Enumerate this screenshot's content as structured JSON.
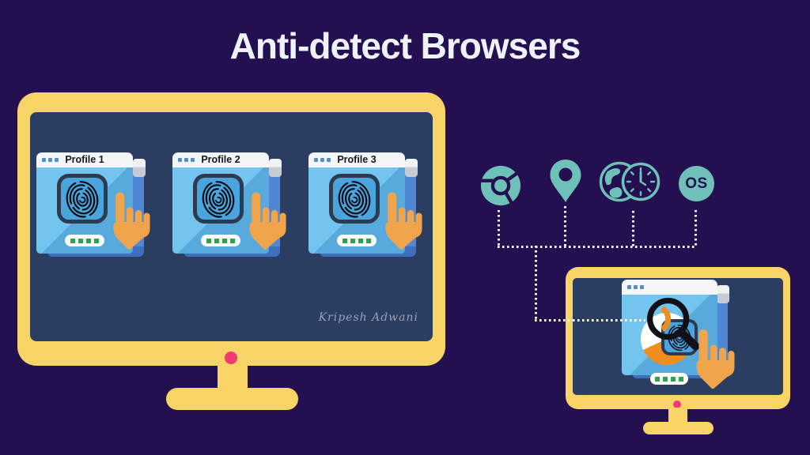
{
  "page_title": "Anti-detect Browsers",
  "big_monitor": {
    "profiles": [
      {
        "label": "Profile 1"
      },
      {
        "label": "Profile 2"
      },
      {
        "label": "Profile 3"
      }
    ],
    "signature": "Kripesh Adwani"
  },
  "fingerprint_parameters": {
    "items": [
      {
        "icon": "chrome-browser-icon"
      },
      {
        "icon": "location-pin-icon"
      },
      {
        "icon": "globe-clock-icon"
      },
      {
        "icon": "os-icon",
        "label": "OS"
      }
    ],
    "os_badge_label": "OS"
  },
  "colors": {
    "background": "#241050",
    "title_text": "#eef2fb",
    "monitor_frame_yellow": "#f8d365",
    "screen_navy": "#2c3d62",
    "window_blue_light": "#74c4f0",
    "window_blue_dark": "#58aadd",
    "back_page_blue": "#4f86d6",
    "fingerprint_box_blue": "#4aa4de",
    "fingerprint_border": "#2e3a4e",
    "teal_icons": "#6ec0b8",
    "hand_orange": "#f0a44c",
    "pill_green": "#2ea34f",
    "power_dot_pink": "#f23a70",
    "scan_orange": "#ef8d1f",
    "magnifier_black": "#101016",
    "dotted_line_white": "#ffffff"
  }
}
